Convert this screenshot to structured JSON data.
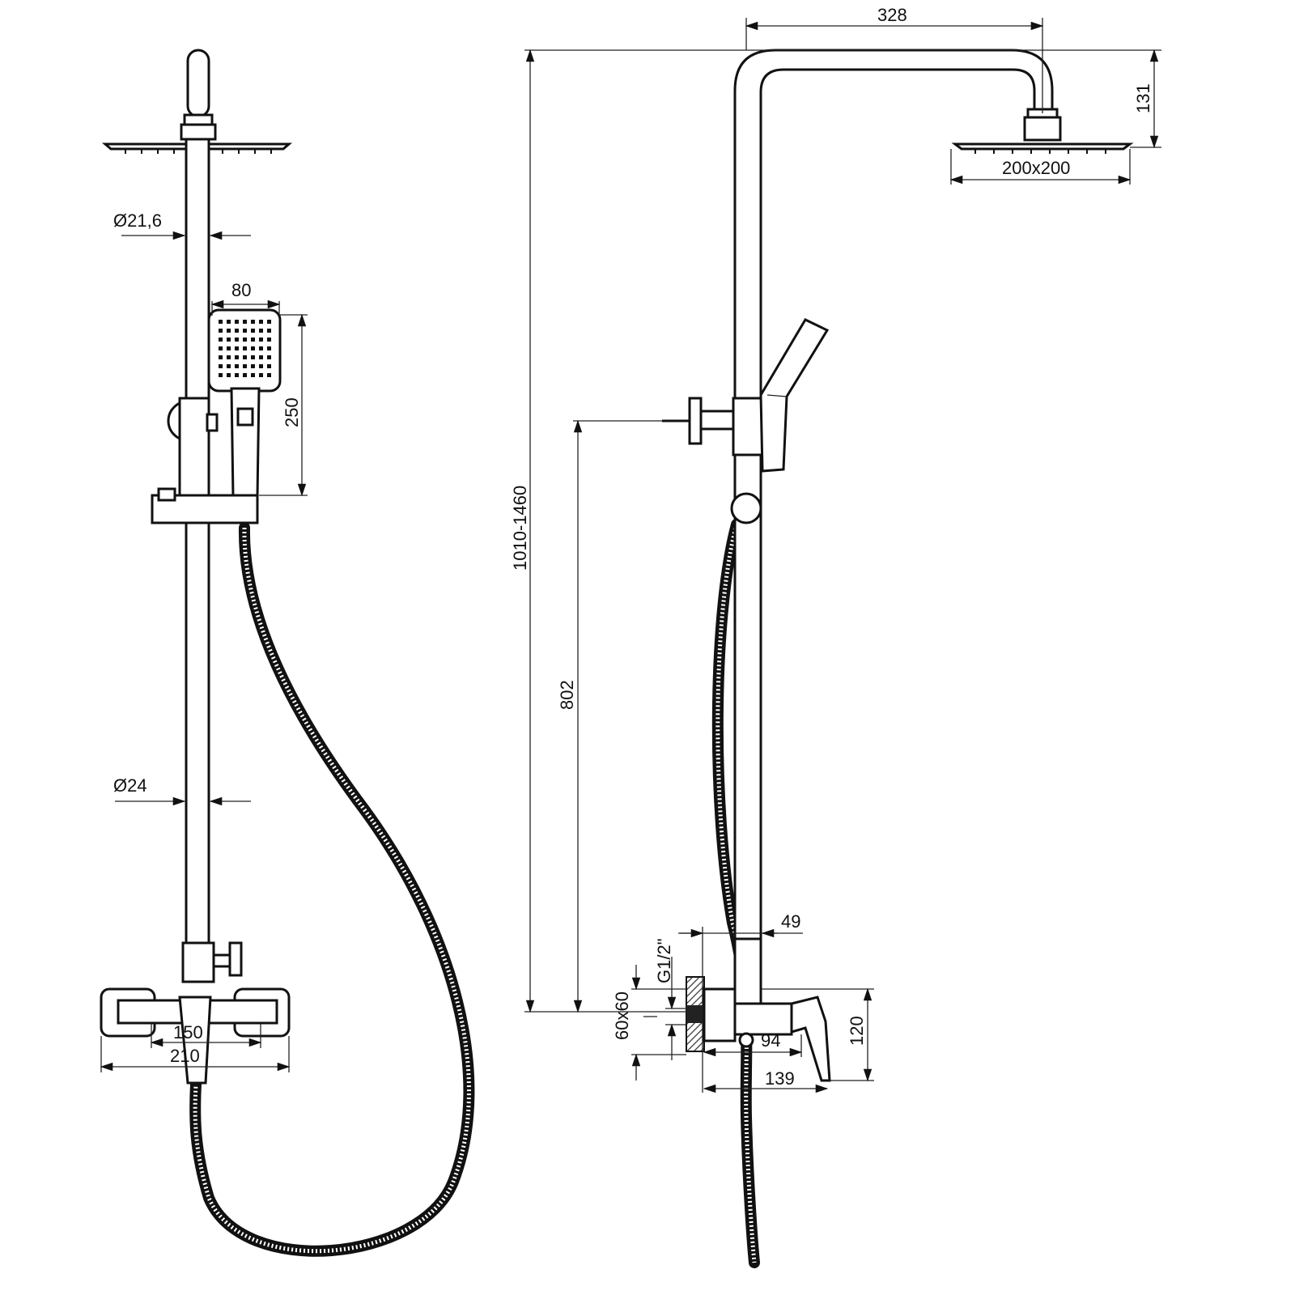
{
  "front_view": {
    "dims": {
      "pipe_upper_diameter": "Ø21,6",
      "hand_shower_width": "80",
      "hand_shower_length": "250",
      "pipe_lower_diameter": "Ø24",
      "inlet_spacing": "150",
      "mixer_width": "210"
    }
  },
  "side_view": {
    "dims": {
      "arm_reach": "328",
      "head_drop": "131",
      "head_size": "200x200",
      "total_height": "1010-1460",
      "bracket_height": "802",
      "pipe_offset": "49",
      "thread": "G1/2\"",
      "flange": "60x60",
      "mixer_depth": "94",
      "lever_depth": "139",
      "mixer_height": "120"
    }
  }
}
